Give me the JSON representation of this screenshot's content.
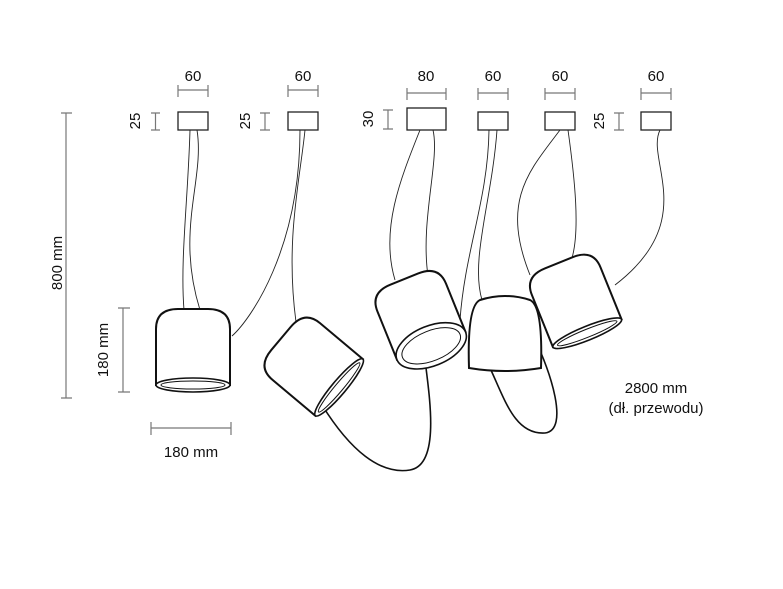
{
  "canopies": [
    {
      "width_label": "60",
      "height_label": "25"
    },
    {
      "width_label": "60",
      "height_label": "25"
    },
    {
      "width_label": "80",
      "height_label": "30"
    },
    {
      "width_label": "60"
    },
    {
      "width_label": "60"
    },
    {
      "width_label": "60",
      "height_label": "25"
    }
  ],
  "dimensions": {
    "total_height": "800 mm",
    "lamp_height": "180 mm",
    "lamp_width": "180 mm"
  },
  "cable_note": {
    "length": "2800 mm",
    "description": "(dł. przewodu)"
  }
}
